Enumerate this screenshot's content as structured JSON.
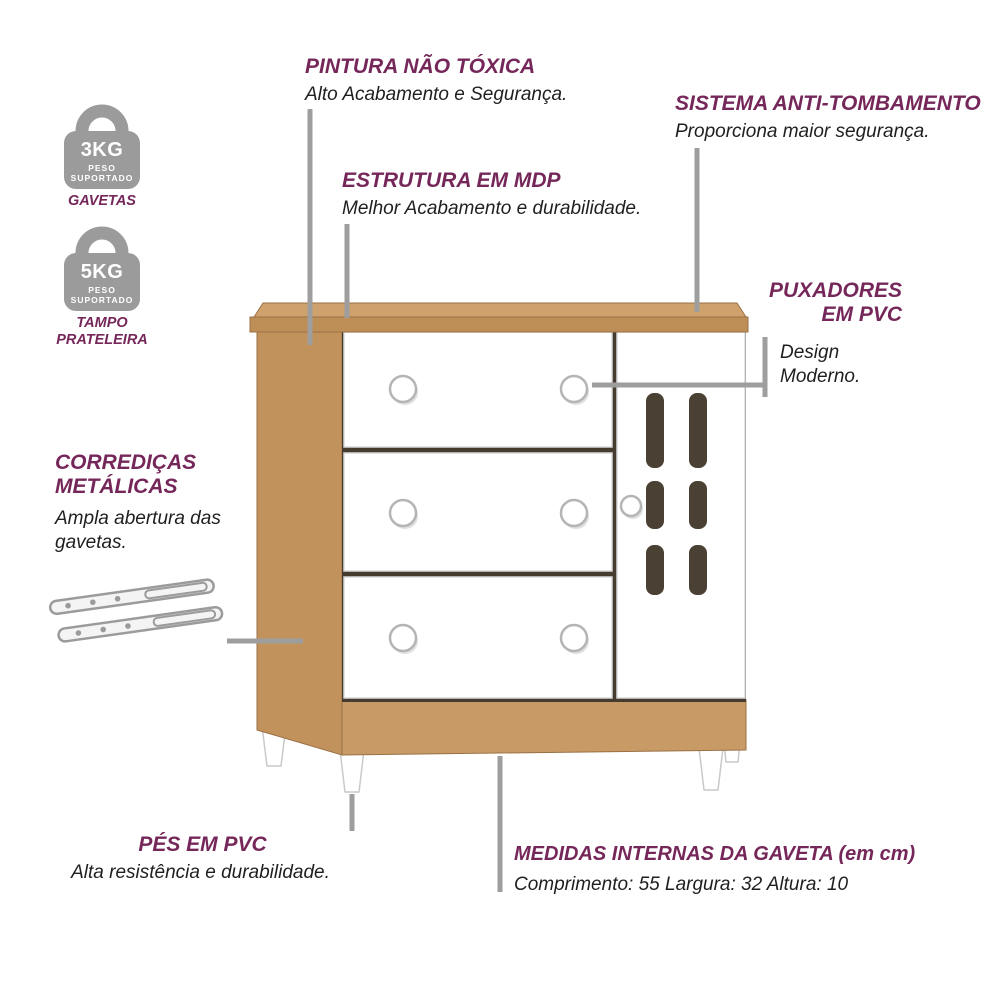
{
  "colors": {
    "accent": "#76275A",
    "subtitle_text": "#1F1F1F",
    "callout_line": "#9E9E9E",
    "icon_gray": "#9B9B9B",
    "wood": "#C2925C",
    "wood_top": "#CFA26D",
    "wood_edge": "#BE8E57",
    "drawer_white": "#FFFFFF",
    "door_slot": "#4A4034"
  },
  "weight_badges": [
    {
      "value": "3KG",
      "line1": "PESO",
      "line2": "SUPORTADO",
      "caption": "GAVETAS"
    },
    {
      "value": "5KG",
      "line1": "PESO",
      "line2": "SUPORTADO",
      "caption": "TAMPO PRATELEIRA"
    }
  ],
  "callouts": {
    "pintura": {
      "title": "PINTURA NÃO TÓXICA",
      "subtitle": "Alto Acabamento e Segurança."
    },
    "estrutura": {
      "title": "ESTRUTURA EM MDP",
      "subtitle": "Melhor Acabamento e durabilidade."
    },
    "sistema": {
      "title": "SISTEMA ANTI-TOMBAMENTO",
      "subtitle": "Proporciona maior segurança."
    },
    "puxadores": {
      "title": "PUXADORES EM PVC",
      "subtitle": "Design Moderno."
    },
    "corredicas": {
      "title": "CORREDIÇAS METÁLICAS",
      "subtitle": "Ampla abertura das gavetas."
    },
    "pes": {
      "title": "PÉS EM PVC",
      "subtitle": "Alta resistência e durabilidade."
    },
    "medidas": {
      "title": "MEDIDAS INTERNAS DA GAVETA (em cm)",
      "subtitle": "Comprimento: 55 Largura: 32 Altura: 10"
    }
  }
}
